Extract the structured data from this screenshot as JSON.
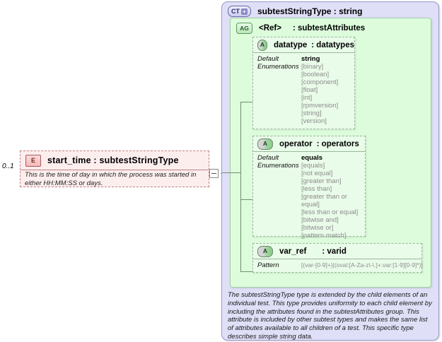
{
  "element": {
    "occurs": "0..1",
    "icon": "E",
    "title": "start_time : subtestStringType",
    "documentation": "This is the time of day in which the process was started in either HH:MM:SS or days.",
    "toggle": "collapse-toggle"
  },
  "complex_type": {
    "badge": "CT",
    "badge_plus": "+",
    "title": "subtestStringType : string",
    "documentation": "The subtestStringType type is extended by the child elements of an individual test.  This type provides uniformity to each child element by including the attributes found in the subtestAttributes group.  This attribute is included by other subtest types and makes the same list of attributes available to all children of a test.  This specific type describes simple string data."
  },
  "attribute_group": {
    "badge": "AG",
    "ref": "<Ref>",
    "type": ": subtestAttributes"
  },
  "attributes": [
    {
      "badge": "A",
      "name": "datatype",
      "type": ": datatypes",
      "facets": [
        {
          "label": "Default",
          "value": "string",
          "bold": true
        },
        {
          "label": "Enumerations",
          "values": [
            "[binary]",
            "[boolean]",
            "[component]",
            "[float]",
            "[int]",
            "[rpmversion]",
            "[string]",
            "[version]"
          ]
        }
      ]
    },
    {
      "badge": "A",
      "name": "operator",
      "type": ": operators",
      "facets": [
        {
          "label": "Default",
          "value": "equals",
          "bold": true
        },
        {
          "label": "Enumerations",
          "values": [
            "[equals]",
            "[not equal]",
            "[greater than]",
            "[less than]",
            "[greater than or equal]",
            "[less than or equal]",
            "[bitwise and]",
            "[bitwise or]",
            "[pattern match]"
          ]
        }
      ]
    },
    {
      "badge": "A",
      "name": "var_ref",
      "type": ": varid",
      "facets": [
        {
          "label": "Pattern",
          "value": "[(var-[0-9]+)|(oval:[A-Za-z\\-\\.]+:var:[1-9][0-9]*)]"
        }
      ]
    }
  ],
  "colors": {
    "element_fill": "#fdeeee",
    "element_border": "#c08080",
    "ct_fill": "#dfdff7",
    "ct_border": "#9a9ac8",
    "ag_fill": "#dcfcdc",
    "ag_border": "#a8cba8",
    "attr_fill": "#e9fbe9",
    "attr_border": "#9ab89a",
    "enum_text": "#8d8d8d"
  }
}
